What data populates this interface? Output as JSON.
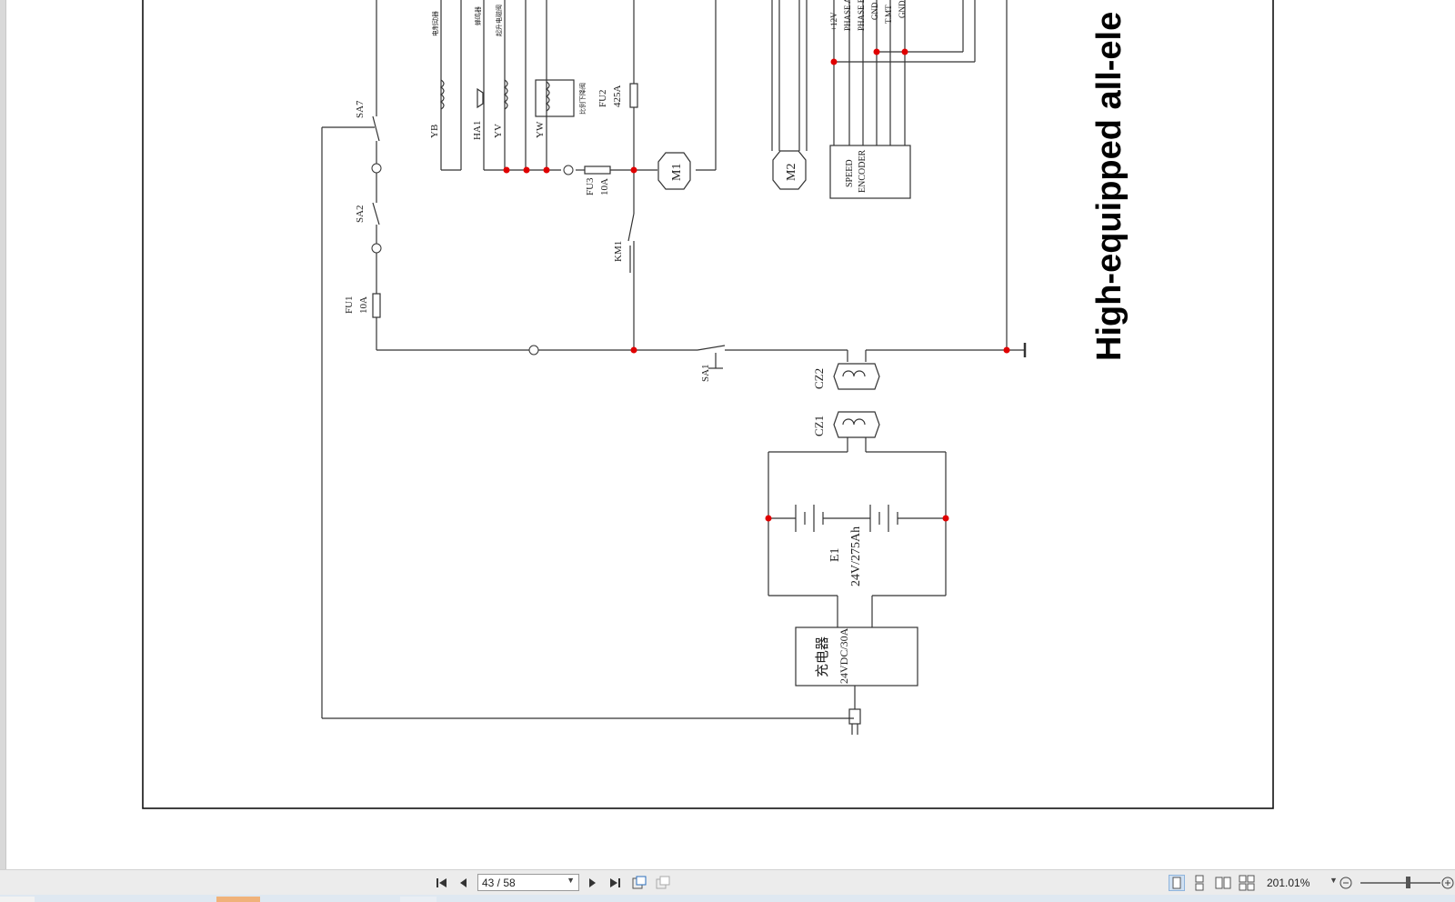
{
  "document": {
    "title_vertical": "High-equipped all-ele",
    "diagram_labels": {
      "ya1_sa7": "SA7",
      "sa2": "SA2",
      "fu1": "FU1",
      "fu1_rating": "10A",
      "yb": "YB",
      "ha1": "HA1",
      "yv": "YV",
      "yw": "YW",
      "fu2": "FU2",
      "fu2_rating": "425A",
      "fu3": "FU3",
      "fu3_rating": "10A",
      "km1": "KM1",
      "m1": "M1",
      "m2": "M2",
      "speed_encoder_1": "SPEED",
      "speed_encoder_2": "ENCODER",
      "pin_12v": "+12V",
      "pin_phase_a": "PHASE A",
      "pin_phase_b": "PHASE B",
      "pin_gnd1": "GND",
      "pin_tmt": "T.MT",
      "pin_gnd2": "GND",
      "sa1": "SA1",
      "cz2": "CZ2",
      "cz1": "CZ1",
      "e1": "E1",
      "e1_rating": "24V/275Ah",
      "charger_cn": "充电器",
      "charger_rating": "24VDC/30A",
      "cn_yb": "电制动器",
      "cn_ha1": "蜂鸣器",
      "cn_yv": "起升电磁阀",
      "cn_yw": "比例下降阀"
    }
  },
  "statusbar": {
    "page_indicator": "43 / 58",
    "zoom": "201.01%"
  },
  "colors": {
    "junction": "#e00000",
    "wire": "#333333",
    "statusbar_bg": "#ececec"
  },
  "icons": [
    "first-page-icon",
    "prev-page-icon",
    "next-page-icon",
    "last-page-icon",
    "fit-page-icon",
    "fit-width-icon",
    "single-page-icon",
    "continuous-icon",
    "two-page-icon",
    "two-page-continuous-icon",
    "zoom-out-icon",
    "zoom-in-icon"
  ]
}
